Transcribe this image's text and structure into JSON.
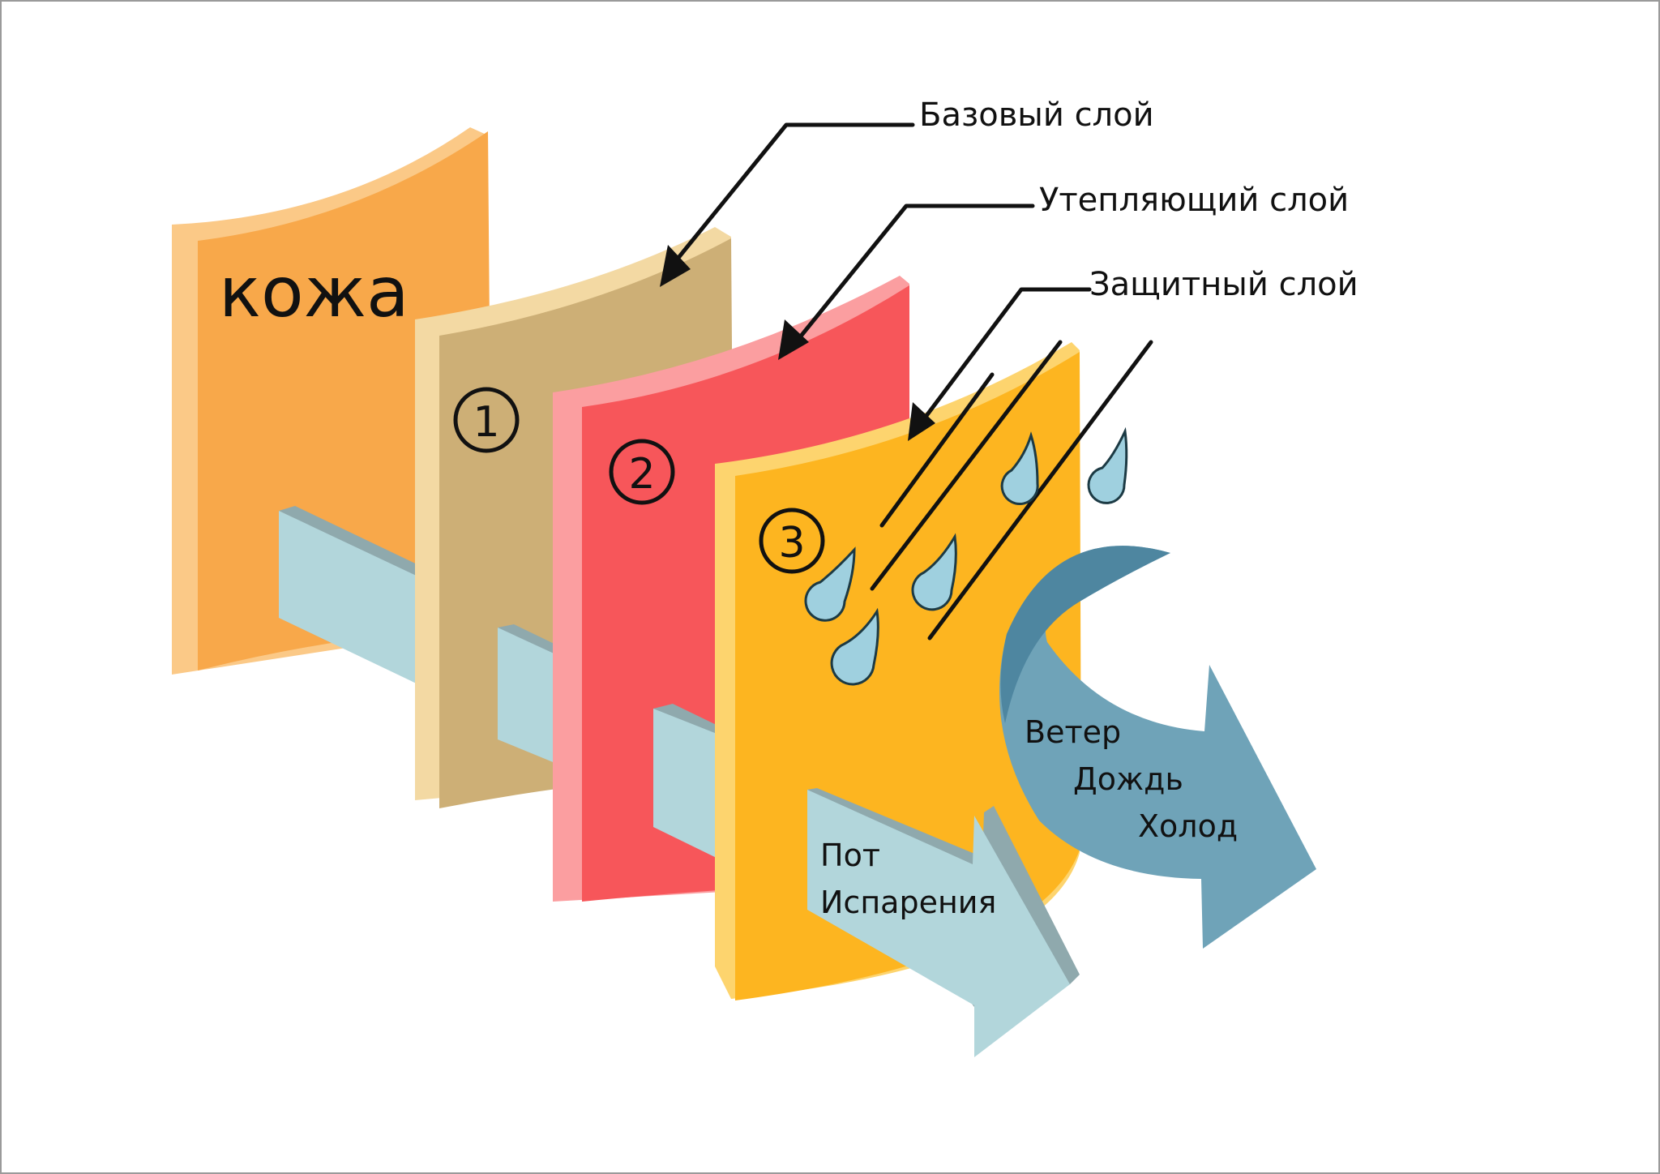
{
  "labels": {
    "skin": "кожа",
    "base_layer": "Базовый слой",
    "insulating_layer": "Утепляющий слой",
    "protective_layer": "Защитный слой",
    "wind": "Ветер",
    "rain": "Дождь",
    "cold": "Холод",
    "sweat": "Пот",
    "evaporation": "Испарения"
  },
  "layer_numbers": [
    "1",
    "2",
    "3"
  ],
  "colors": {
    "skin": "#F8A84A",
    "skin_light": "#FBC987",
    "base": "#CDAF76",
    "base_light": "#F3D9A3",
    "insulating": "#F7565A",
    "insulating_light": "#FB9EA0",
    "protective": "#FDB520",
    "protective_light": "#FDD46E",
    "vapor_arrow": "#B2D6DB",
    "vapor_arrow_dark": "#8FA9AD",
    "weather_arrow": "#6FA3B8",
    "weather_arrow_dark": "#4E86A0",
    "drop": "#9FD0DF"
  }
}
